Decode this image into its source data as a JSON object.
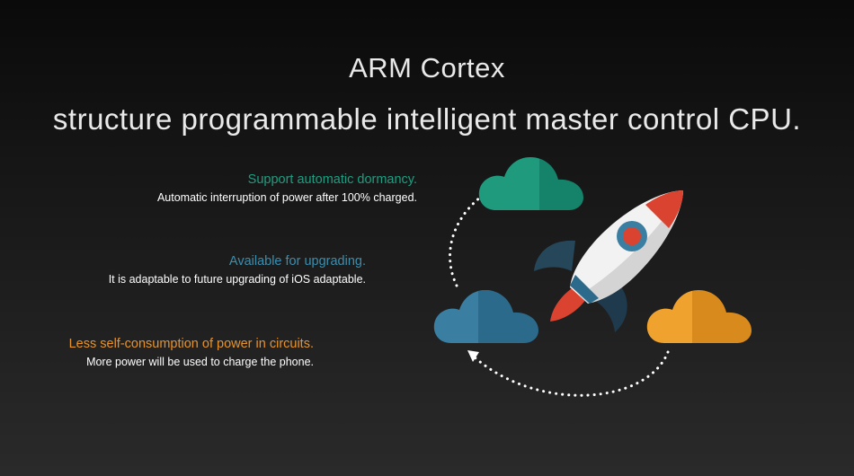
{
  "header": {
    "line1": "ARM Cortex",
    "line2": "structure programmable intelligent master control CPU."
  },
  "features": [
    {
      "title": "Support automatic dormancy.",
      "description": "Automatic interruption of power after 100% charged."
    },
    {
      "title": "Available for upgrading.",
      "description": "It is adaptable to future upgrading of iOS adaptable."
    },
    {
      "title": "Less self-consumption of power in circuits.",
      "description": "More power will be used to charge the phone."
    }
  ],
  "colors": {
    "teal": "#1e9e80",
    "blue": "#3a8fb0",
    "orange": "#e8932a",
    "rocket_red": "#d9432f"
  },
  "icons": [
    "cloud-icon",
    "rocket-icon",
    "dotted-arrow-icon"
  ]
}
